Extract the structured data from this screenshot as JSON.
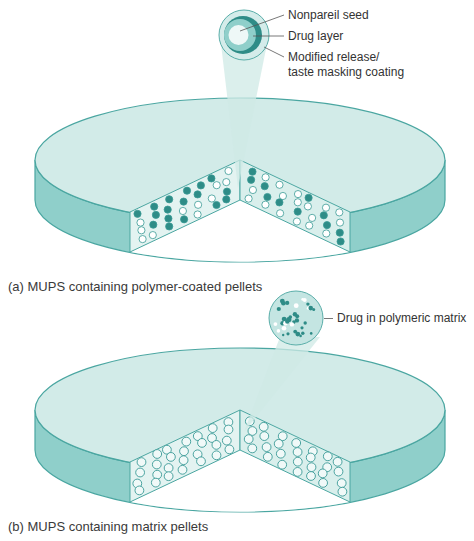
{
  "diagram": {
    "labels": [
      "Nonpareil seed",
      "Drug layer",
      "Modified release/ taste masking coating",
      "(a) MUPS containing polymer-coated pellets",
      "Drug in polymeric matrix",
      "(b) MUPS containing matrix pellets"
    ]
  }
}
